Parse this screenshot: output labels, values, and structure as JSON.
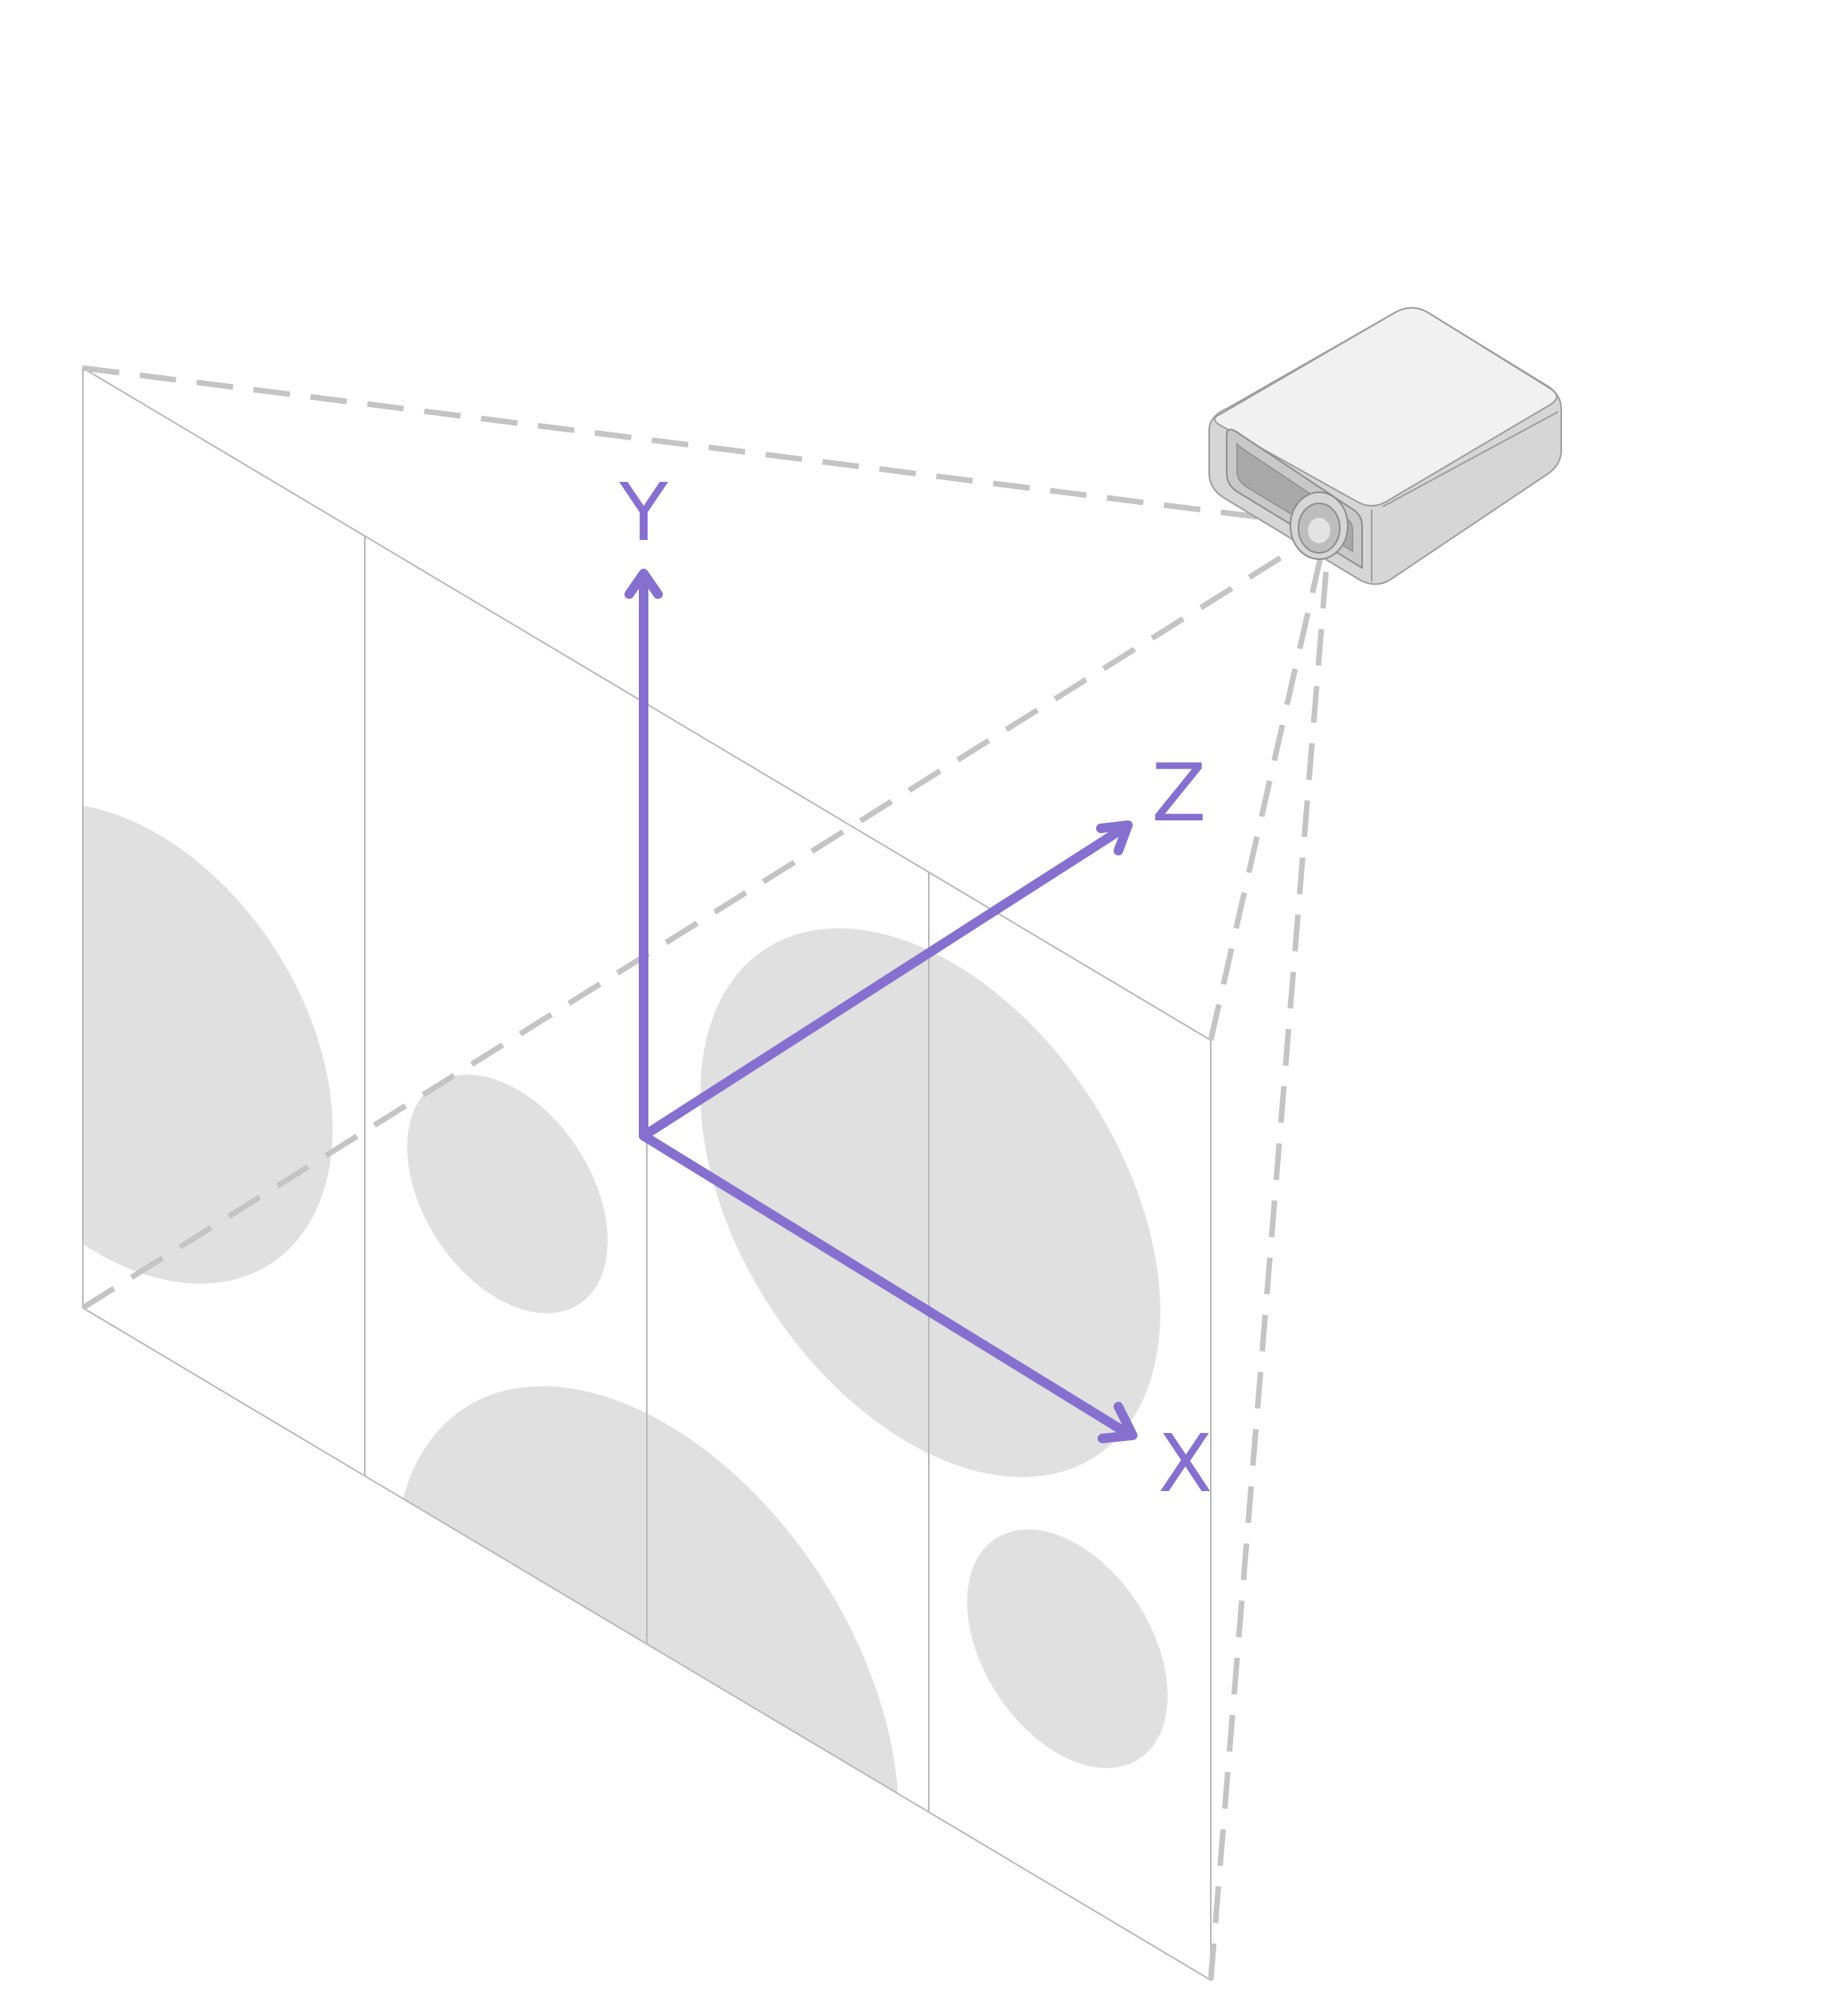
{
  "axes": {
    "x_label": "X",
    "y_label": "Y",
    "z_label": "Z"
  },
  "colors": {
    "axis": "#8670cf",
    "frustum": "#c4c4c4",
    "spot": "#e0e0e0",
    "wall_line": "#b9b9b9",
    "projector_top": "#f1f1f1",
    "projector_side": "#d6d6d6",
    "projector_outline": "#9e9e9e"
  },
  "icons": {
    "projector": "projector-icon"
  }
}
